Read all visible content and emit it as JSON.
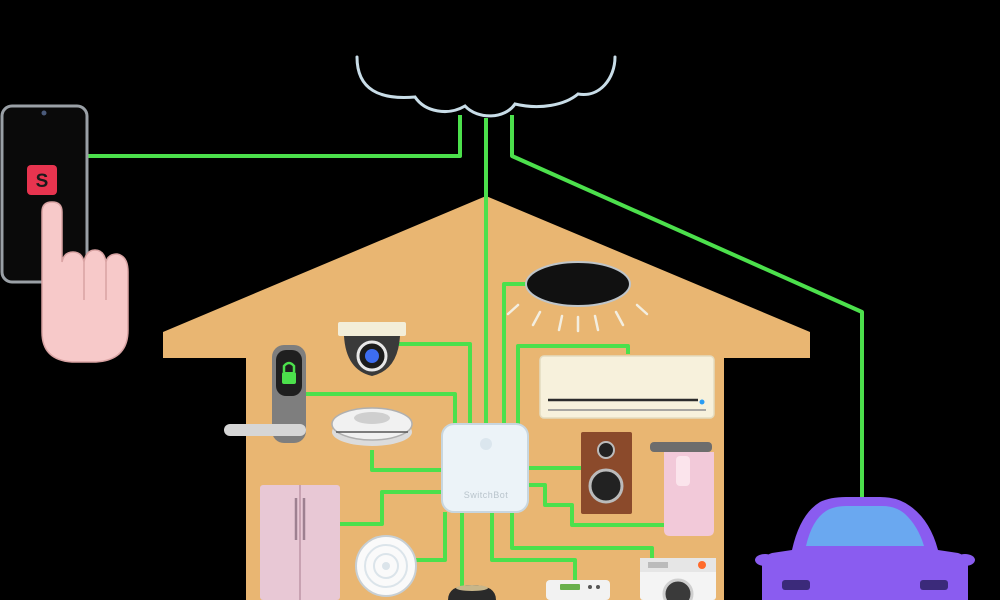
{
  "colors": {
    "background": "#000000",
    "house": "#E9B672",
    "wire": "#4CE04C",
    "cloud_outline": "#C9DDE8",
    "car": "#8A5CF0",
    "app_icon": "#E8344F",
    "hand": "#F7C9C9"
  },
  "phone": {
    "app_icon_glyph": "S"
  },
  "hub": {
    "label": "SwitchBot"
  },
  "devices": [
    "smart-lock",
    "security-camera",
    "ceiling-light",
    "air-conditioner",
    "robot-vacuum",
    "speaker",
    "kettle",
    "refrigerator",
    "air-purifier",
    "washing-machine",
    "car"
  ]
}
